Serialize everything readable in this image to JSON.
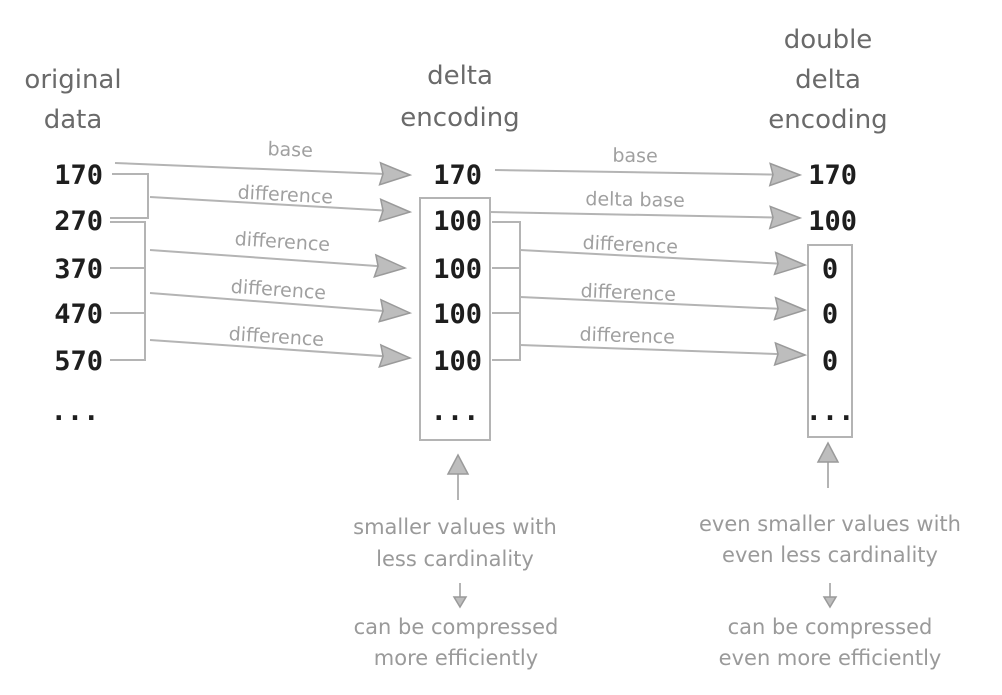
{
  "columns": [
    {
      "title": [
        "original",
        "data"
      ],
      "values": [
        "170",
        "270",
        "370",
        "470",
        "570",
        "..."
      ]
    },
    {
      "title": [
        "delta",
        "encoding"
      ],
      "values": [
        "170",
        "100",
        "100",
        "100",
        "100",
        "..."
      ]
    },
    {
      "title": [
        "double",
        "delta",
        "encoding"
      ],
      "values": [
        "170",
        "100",
        "0",
        "0",
        "0",
        "..."
      ]
    }
  ],
  "arrows1": [
    "base",
    "difference",
    "difference",
    "difference",
    "difference"
  ],
  "arrows2": [
    "base",
    "delta base",
    "difference",
    "difference",
    "difference"
  ],
  "notes": {
    "delta": {
      "lines": [
        "smaller values with",
        "less cardinality"
      ],
      "result": [
        "can be compressed",
        "more efficiently"
      ]
    },
    "double": {
      "lines": [
        "even smaller values with",
        "even less cardinality"
      ],
      "result": [
        "can be compressed",
        "even more efficiently"
      ]
    }
  },
  "colors": {
    "ink": "#1e1e1e",
    "stroke": "#b4b4b4",
    "label": "#a0a0a0"
  }
}
